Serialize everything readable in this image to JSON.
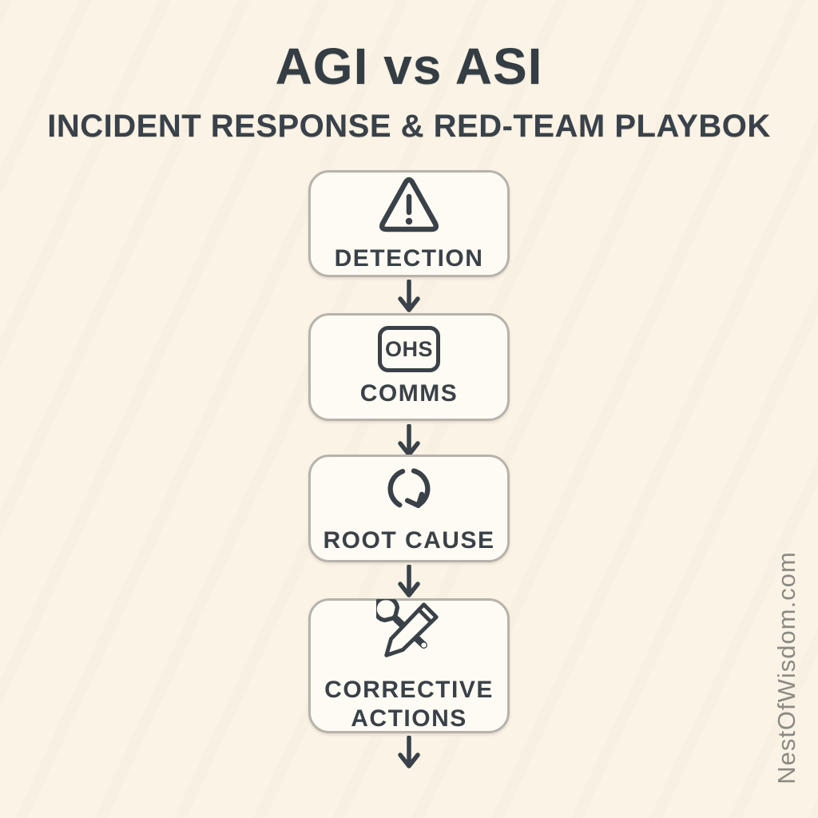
{
  "page": {
    "background_color": "#faf3e6",
    "box_fill_color": "#fdfbf3",
    "box_border_color": "#b7b3ab",
    "ink_color": "#3a4148",
    "watermark_color": "#8b8a84"
  },
  "header": {
    "title": "AGI vs ASI",
    "subtitle": "INCIDENT RESPONSE & RED-TEAM PLAYBOK"
  },
  "flow": {
    "steps": [
      {
        "label": "DETECTION",
        "icon": "warning-triangle-icon"
      },
      {
        "label": "COMMS",
        "icon": "comms-badge-icon",
        "icon_text": "OHS"
      },
      {
        "label": "ROOT CAUSE",
        "icon": "refresh-cycle-icon"
      },
      {
        "label": "CORRECTIVE ACTIONS",
        "icon": "wrench-pencil-icon"
      }
    ]
  },
  "watermark": {
    "text": "NestOfWisdom.com"
  }
}
